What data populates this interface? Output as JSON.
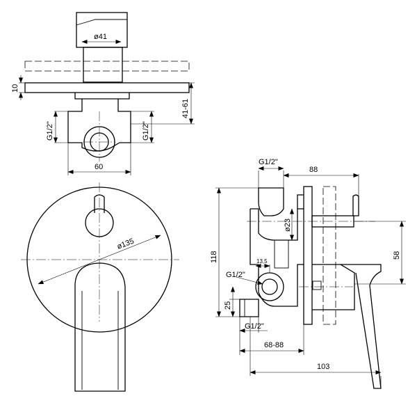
{
  "views": {
    "top": {
      "dim_diameter_knob": "ø41",
      "dim_plate_thickness": "10",
      "dim_depth_range": "41-61",
      "dim_thread_left": "G1/2\"",
      "dim_thread_right": "G1/2\"",
      "dim_width": "60"
    },
    "front": {
      "dim_diameter_plate": "ø135"
    },
    "side": {
      "dim_thread_top": "G1/2\"",
      "dim_length": "88",
      "dim_diameter_body": "ø23",
      "dim_height": "118",
      "dim_offset": "58",
      "dim_small": "13,5",
      "dim_thread_mid": "G1/2\"",
      "dim_bottom": "25",
      "dim_thread_bottom": "G1/2\"",
      "dim_depth_range": "68-88",
      "dim_total_length": "103"
    }
  }
}
